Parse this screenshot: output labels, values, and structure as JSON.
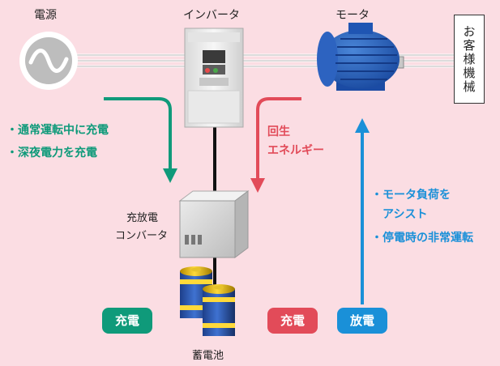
{
  "labels": {
    "power_source": "電源",
    "inverter": "インバータ",
    "motor": "モータ",
    "customer_machine": "お客様機械",
    "converter_line1": "充放電",
    "converter_line2": "コンバータ",
    "battery": "蓄電池"
  },
  "charge_notes": [
    "・通常運転中に充電",
    "・深夜電力を充電"
  ],
  "regen_note": [
    "回生",
    "エネルギー"
  ],
  "assist_notes": [
    "・モータ負荷を",
    "アシスト",
    "・停電時の非常運転"
  ],
  "badges": {
    "charge_left": "充電",
    "charge_right": "充電",
    "discharge": "放電"
  },
  "colors": {
    "background": "#fbdde3",
    "green": "#0f9a7a",
    "red": "#e24b59",
    "blue": "#1a90d8"
  }
}
